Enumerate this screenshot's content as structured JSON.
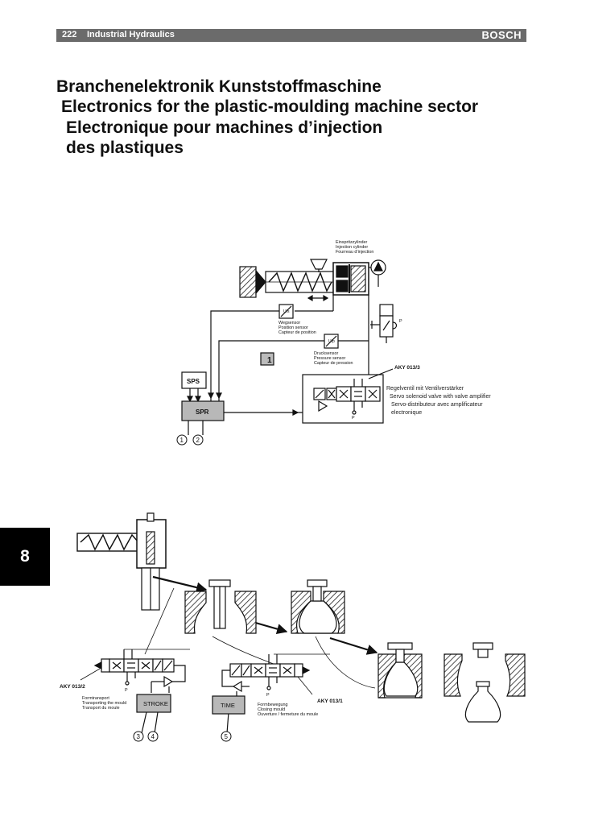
{
  "header": {
    "page_number": "222",
    "book_title": "Industrial Hydraulics",
    "brand": "BOSCH"
  },
  "title_lines": [
    "Branchenelektronik Kunststoffmaschine",
    "Electronics for the plastic-moulding machine sector",
    "Electronique pour machines d’injection",
    "des plastiques"
  ],
  "chapter_tab": "8",
  "diagram_top": {
    "injection_cylinder": [
      "Einspritzzylinder",
      "Injection cylinder",
      "Fourreau d’injection"
    ],
    "position_sensor": [
      "Wegsensor",
      "Position sensor",
      "Capteur de position"
    ],
    "pressure_sensor": [
      "Drucksensor",
      "Pressure sensor",
      "Capteur de pression"
    ],
    "valve_type": "AKY 013/3",
    "servo_valve": [
      "Regelventil mit Ventilverstärker",
      "Servo solenoid valve with valve amplifier",
      "Servo-distributeur avec amplificateur",
      "electronique"
    ],
    "sps_label": "SPS",
    "spr_label": "SPR",
    "us_label": "U/s",
    "up_label": "U/p",
    "marker_1": "1",
    "p_label": "P",
    "callouts": [
      "1",
      "2"
    ]
  },
  "diagram_bottom": {
    "valve_left": "AKY 013/2",
    "valve_right": "AKY 013/1",
    "mould_transport": [
      "Formtransport",
      "Transporting the mould",
      "Transport du moule"
    ],
    "mould_closing": [
      "Formbewegung",
      "Closing mould",
      "Ouverture / fermeture du moule"
    ],
    "stroke_label": "STROKE",
    "time_label": "TIME",
    "p_label": "P",
    "callouts": [
      "3",
      "4",
      "5"
    ]
  }
}
